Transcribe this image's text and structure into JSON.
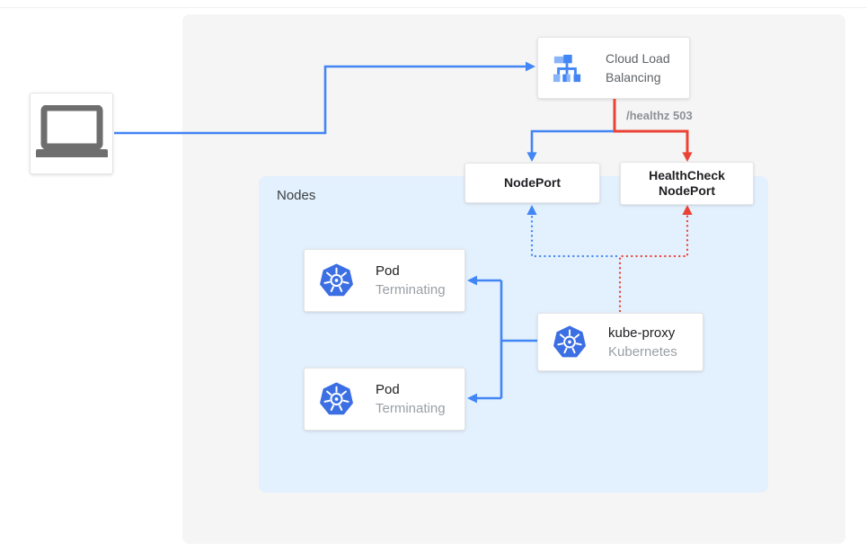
{
  "colors": {
    "blue": "#4285f4",
    "red": "#ea4335",
    "panel-bg": "#f5f5f5",
    "nodes-bg": "#e3f0fd",
    "card-border": "#e5e5e5",
    "text-dark": "#202124",
    "text-gray": "#5f6368",
    "text-muted": "#9aa0a6",
    "k8s-blue": "#3b6fe3",
    "icon-gray": "#6e6e6e",
    "lb-light-blue": "#8ab4f8"
  },
  "diagram": {
    "nodes_group_label": "Nodes",
    "cloud_load_balancing": {
      "line1": "Cloud Load",
      "line2": "Balancing"
    },
    "healthz_badge": "/healthz 503",
    "nodeport_label": "NodePort",
    "healthcheck_nodeport": {
      "line1": "HealthCheck",
      "line2": "NodePort"
    },
    "pod1": {
      "title": "Pod",
      "status": "Terminating"
    },
    "pod2": {
      "title": "Pod",
      "status": "Terminating"
    },
    "kube_proxy": {
      "title": "kube-proxy",
      "subtitle": "Kubernetes"
    }
  }
}
